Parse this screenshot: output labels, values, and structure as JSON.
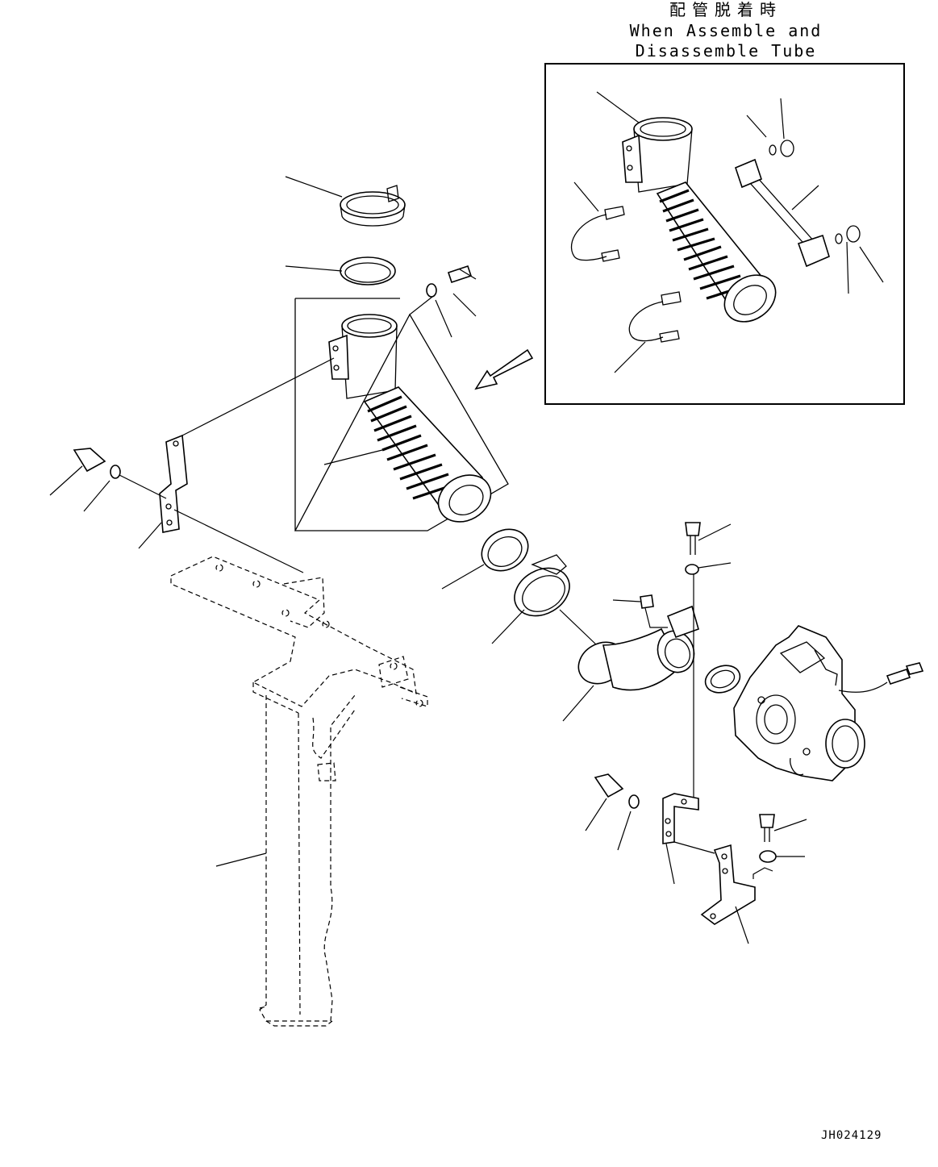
{
  "diagram": {
    "caption_japanese": "配管脱着時",
    "caption_english_line1": "When Assemble and",
    "caption_english_line2": "Disassemble Tube",
    "drawing_number": "JH024129"
  },
  "icons": [
    "arrow-icon"
  ]
}
